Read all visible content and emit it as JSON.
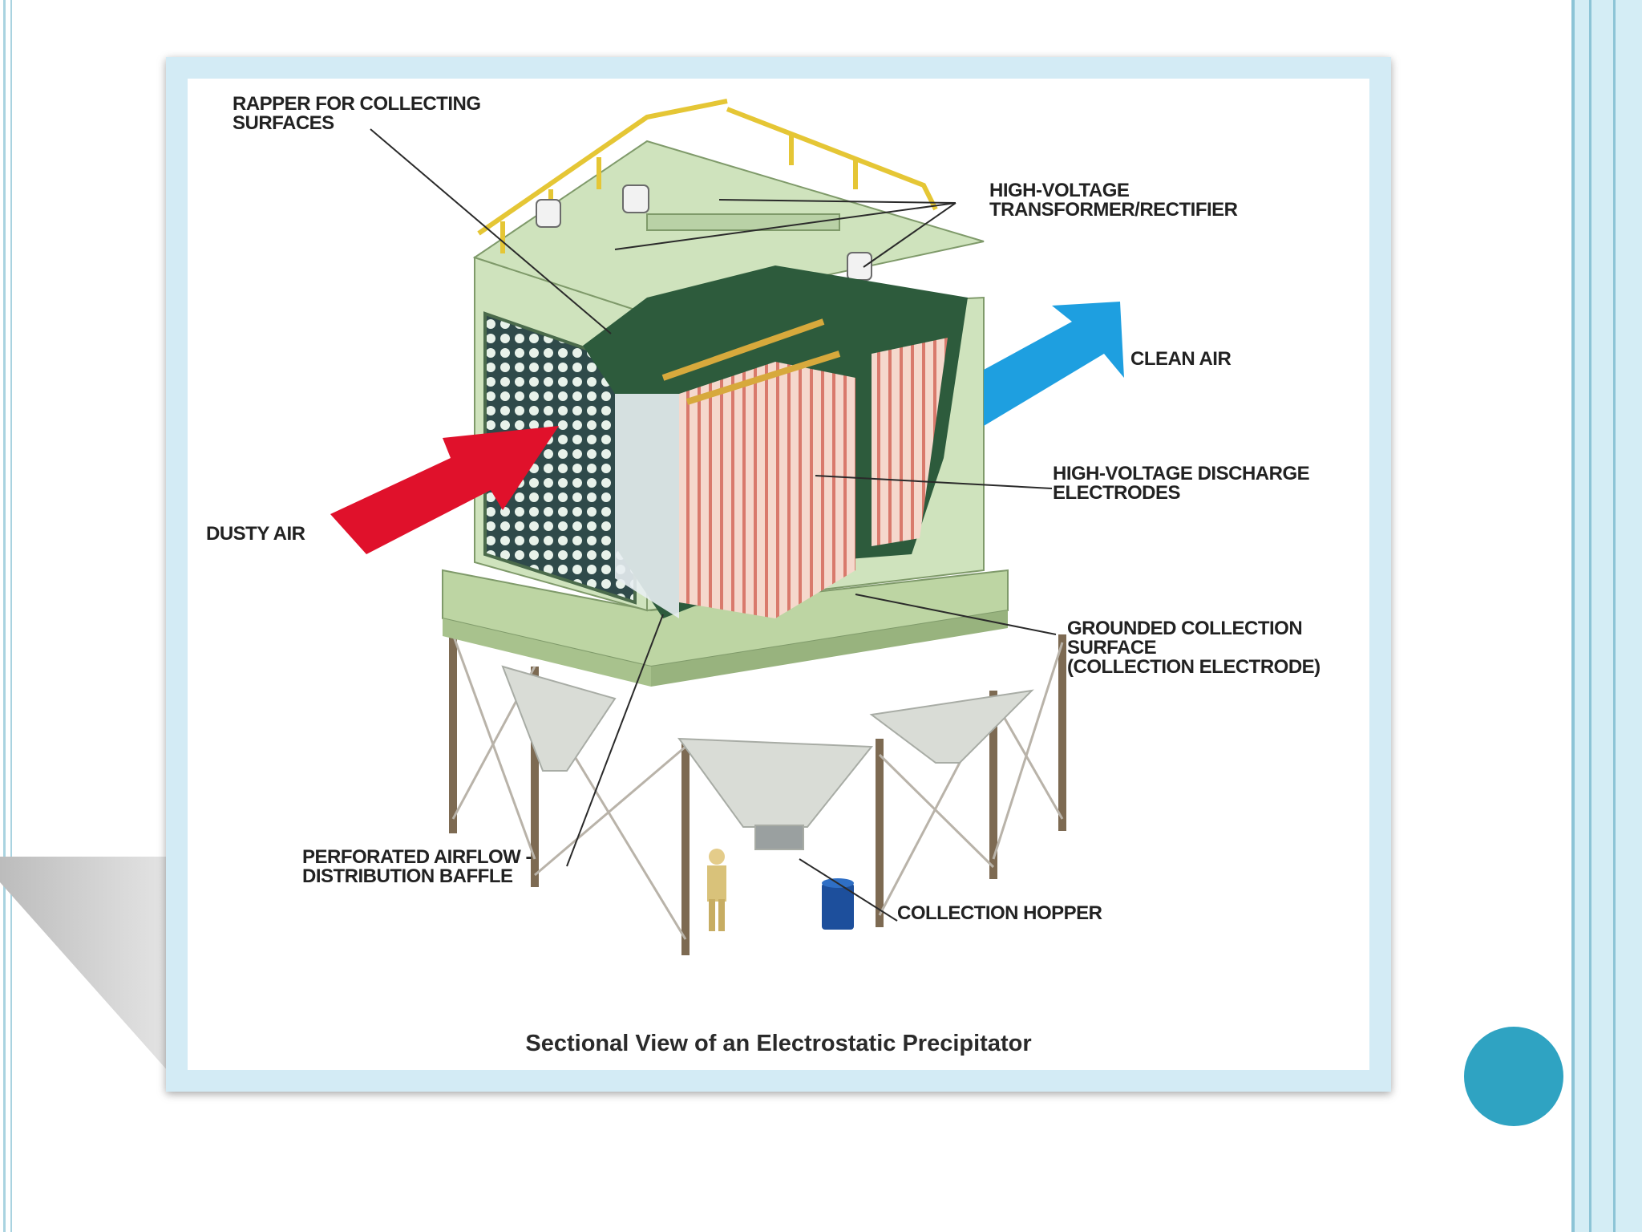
{
  "figure": {
    "caption": "Sectional View of an Electrostatic Precipitator",
    "labels": {
      "rapper": [
        "RAPPER FOR COLLECTING",
        "SURFACES"
      ],
      "transformer": [
        "HIGH-VOLTAGE",
        "TRANSFORMER/RECTIFIER"
      ],
      "clean_air": [
        "CLEAN AIR"
      ],
      "dusty_air": [
        "DUSTY AIR"
      ],
      "discharge": [
        "HIGH-VOLTAGE DISCHARGE",
        "ELECTRODES"
      ],
      "collection": [
        "GROUNDED COLLECTION",
        "SURFACE",
        "(COLLECTION ELECTRODE)"
      ],
      "baffle": [
        "PERFORATED AIRFLOW -",
        "DISTRIBUTION BAFFLE"
      ],
      "hopper": [
        "COLLECTION HOPPER"
      ]
    }
  },
  "colors": {
    "accent_circle": "#2fa3c2",
    "border": "#8cc4d6",
    "dusty_arrow": "#e0112b",
    "clean_arrow": "#1e9fe0",
    "housing": "#cfe3bd"
  }
}
